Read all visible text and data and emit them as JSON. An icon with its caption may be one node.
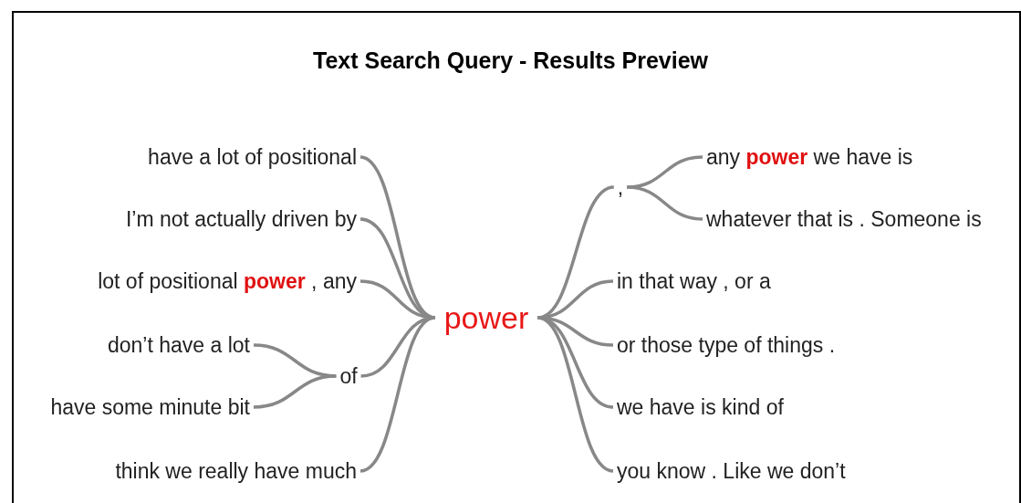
{
  "diagram": {
    "title": "Text Search Query - Results Preview",
    "nodes": [
      {
        "text": [
          "have a lot of positional"
        ]
      },
      {
        "text": [
          "I’m not actually driven by"
        ]
      },
      {
        "text": [
          "lot of positional **power** , any"
        ]
      },
      {
        "text": [
          "don’t have a lot"
        ]
      },
      {
        "text": [
          "have some minute bit"
        ]
      },
      {
        "text": [
          "of"
        ]
      },
      {
        "text": [
          "think we really have much"
        ]
      },
      {
        "text": [
          "power"
        ]
      },
      {
        "text": [
          ","
        ]
      },
      {
        "text": [
          "any **power** we have is"
        ]
      },
      {
        "text": [
          "whatever that is . Someone is"
        ]
      },
      {
        "text": [
          "in that way , or a"
        ]
      },
      {
        "text": [
          "or those type of things ."
        ]
      },
      {
        "text": [
          "we have is kind of"
        ]
      },
      {
        "text": [
          "you know . Like we don’t"
        ]
      }
    ],
    "edges": [
      {
        "from": 0,
        "to": 7,
        "arrow": "none"
      },
      {
        "from": 1,
        "to": 7,
        "arrow": "none"
      },
      {
        "from": 2,
        "to": 7,
        "arrow": "none"
      },
      {
        "from": 3,
        "to": 5,
        "arrow": "none"
      },
      {
        "from": 4,
        "to": 5,
        "arrow": "none"
      },
      {
        "from": 5,
        "to": 7,
        "arrow": "none"
      },
      {
        "from": 6,
        "to": 7,
        "arrow": "none"
      },
      {
        "from": 7,
        "to": 8,
        "arrow": "none"
      },
      {
        "from": 8,
        "to": 9,
        "arrow": "none"
      },
      {
        "from": 8,
        "to": 10,
        "arrow": "none"
      },
      {
        "from": 7,
        "to": 11,
        "arrow": "none"
      },
      {
        "from": 7,
        "to": 12,
        "arrow": "none"
      },
      {
        "from": 7,
        "to": 13,
        "arrow": "none"
      },
      {
        "from": 7,
        "to": 14,
        "arrow": "none"
      }
    ]
  }
}
